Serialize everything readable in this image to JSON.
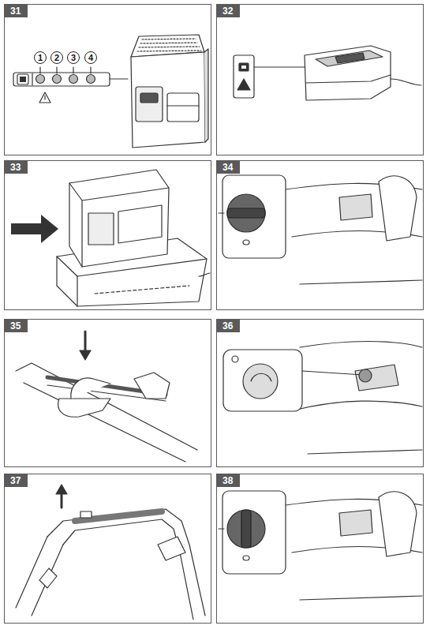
{
  "diagram": {
    "nodes": [
      {
        "text": [
          "31"
        ]
      },
      {
        "text": [
          "1"
        ],
        "in": 0
      },
      {
        "text": [
          "2"
        ],
        "in": 0
      },
      {
        "text": [
          "3"
        ],
        "in": 0
      },
      {
        "text": [
          "4"
        ],
        "in": 0
      },
      {
        "text": [
          "32"
        ]
      },
      {
        "text": [
          "33"
        ]
      },
      {
        "text": [
          "34"
        ]
      },
      {
        "text": [
          "35"
        ]
      },
      {
        "text": [
          "36"
        ]
      },
      {
        "text": [
          "37"
        ]
      },
      {
        "text": [
          "38"
        ]
      }
    ]
  }
}
